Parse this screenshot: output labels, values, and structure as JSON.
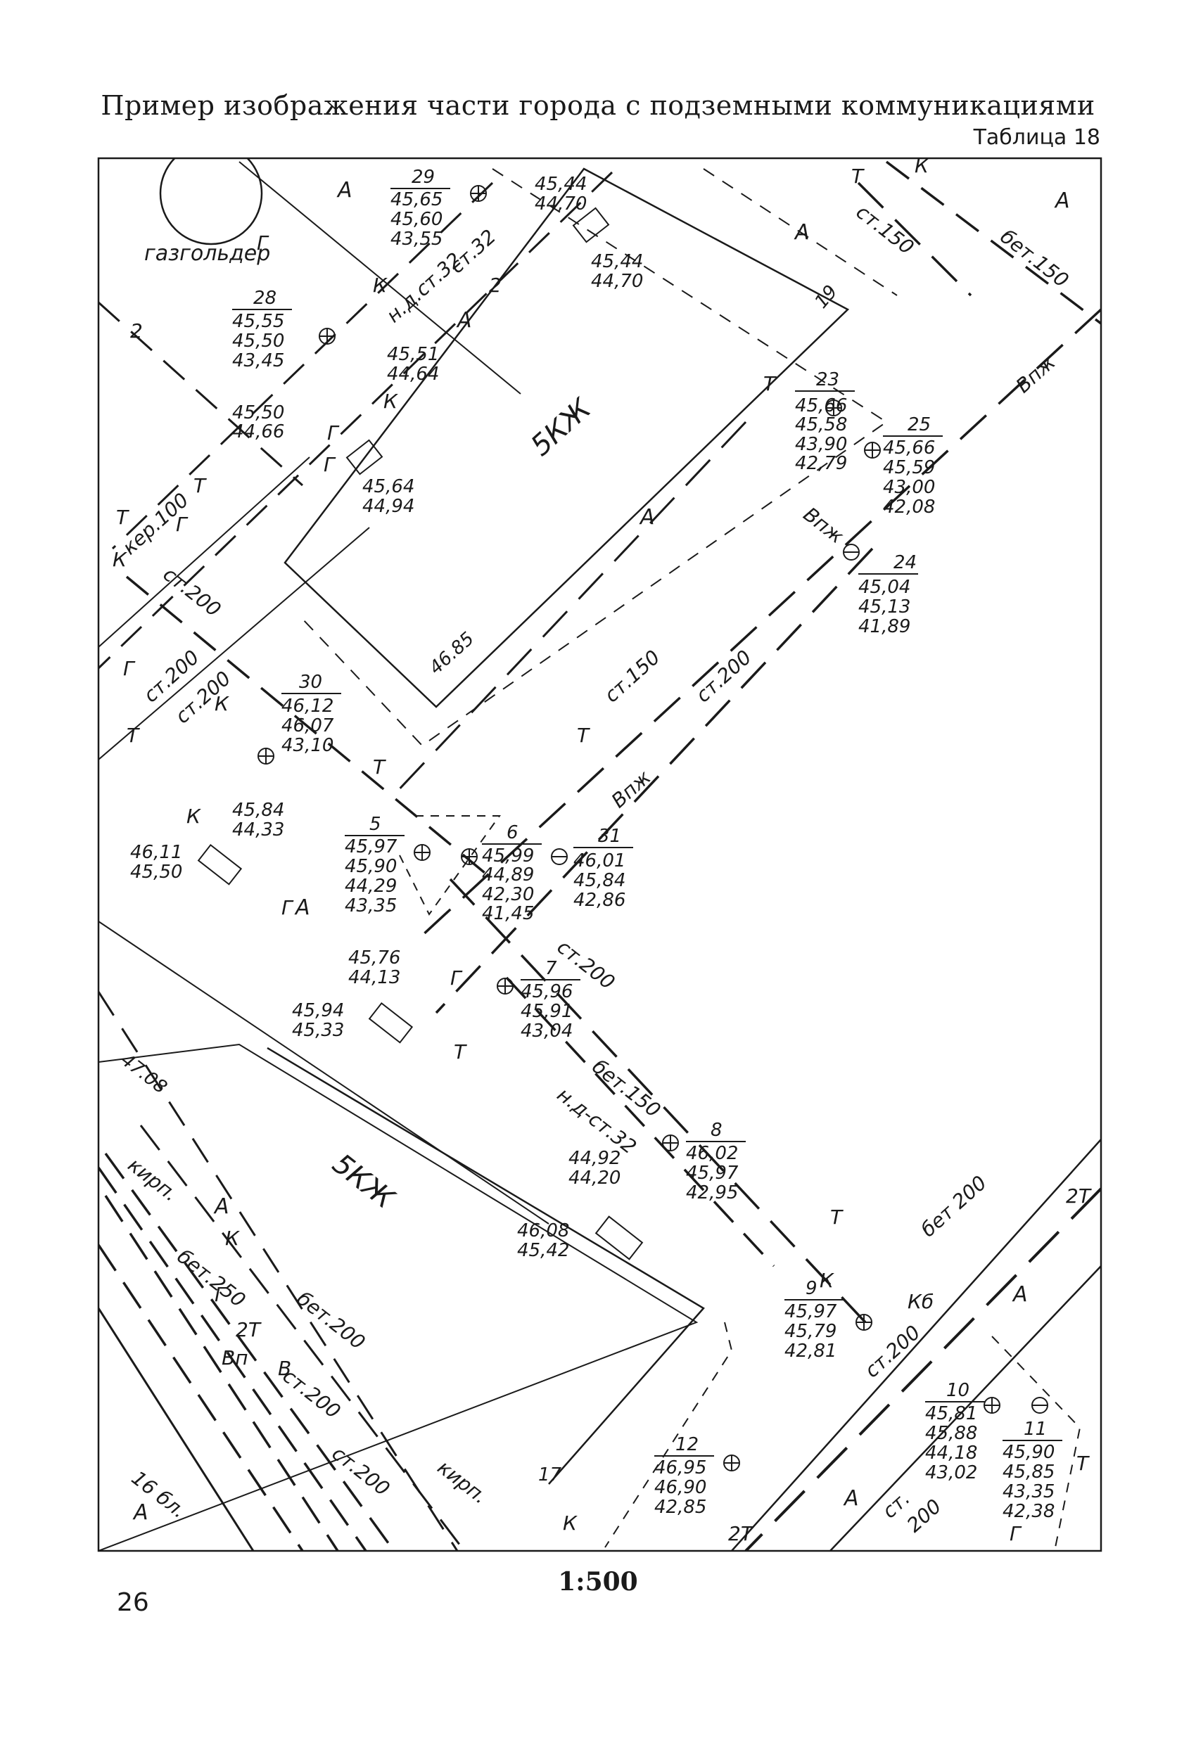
{
  "page": {
    "title": "Пример изображения части города с подземными коммуникациями",
    "table_label": "Таблица 18",
    "scale": "1:500",
    "page_number": "26"
  },
  "map": {
    "zones": [
      {
        "label": "А"
      },
      {
        "label": "А"
      },
      {
        "label": "А"
      },
      {
        "label": "А"
      },
      {
        "label": "А"
      },
      {
        "label": "А"
      },
      {
        "label": "А"
      },
      {
        "label": "А"
      },
      {
        "label": "А"
      },
      {
        "label": "А"
      }
    ],
    "buildings": [
      {
        "label": "5КЖ",
        "number": "19"
      },
      {
        "label": "5КЖ",
        "number": "17"
      }
    ],
    "gas_holder": "газгольдер",
    "wells": [
      {
        "no": "29",
        "values": [
          "45,65",
          "45,60",
          "43,55"
        ]
      },
      {
        "no": "28",
        "values": [
          "45,55",
          "45,50",
          "43,45"
        ]
      },
      {
        "no": "23",
        "values": [
          "45,66",
          "45,58",
          "43,90",
          "42,79"
        ]
      },
      {
        "no": "25",
        "values": [
          "45,66",
          "45,59",
          "43,00",
          "42,08"
        ]
      },
      {
        "no": "24",
        "values": [
          "45,04",
          "45,13",
          "41,89"
        ]
      },
      {
        "no": "30",
        "values": [
          "46,12",
          "46,07",
          "43,10"
        ]
      },
      {
        "no": "5",
        "values": [
          "45,97",
          "45,90",
          "44,29",
          "43,35"
        ]
      },
      {
        "no": "6",
        "values": [
          "45,99",
          "44,89",
          "42,30",
          "41,45"
        ]
      },
      {
        "no": "31",
        "values": [
          "46,01",
          "45,84",
          "42,86"
        ]
      },
      {
        "no": "7",
        "values": [
          "45,96",
          "45,91",
          "43,04"
        ]
      },
      {
        "no": "8",
        "values": [
          "46,02",
          "45,97",
          "42,95"
        ]
      },
      {
        "no": "9",
        "values": [
          "45,97",
          "45,79",
          "42,81"
        ]
      },
      {
        "no": "10",
        "values": [
          "45,81",
          "45,88",
          "44,18",
          "43,02"
        ]
      },
      {
        "no": "11",
        "values": [
          "45,90",
          "45,85",
          "43,35",
          "42,38"
        ]
      },
      {
        "no": "12",
        "values": [
          "46,95",
          "46,90",
          "42,85"
        ]
      }
    ],
    "elevations": [
      [
        "45,44",
        "44,70"
      ],
      [
        "45,44",
        "44,70"
      ],
      [
        "45,51",
        "44,64"
      ],
      [
        "45,50",
        "44,66"
      ],
      [
        "45,64",
        "44,94"
      ],
      [
        "45,84",
        "44,33"
      ],
      [
        "46,11",
        "45,50"
      ],
      [
        "45,76",
        "44,13"
      ],
      [
        "45,94",
        "45,33"
      ],
      [
        "44,92",
        "44,20"
      ],
      [
        "46,08",
        "45,42"
      ]
    ],
    "spot_heights": [
      "46.85",
      "47.08"
    ],
    "pipe_labels": [
      "ст.150",
      "бет.150",
      "н.д.ст.32",
      "ст.32",
      "Впж",
      "Впж",
      "Впж",
      "кер.100",
      "ст.200",
      "ст.200",
      "ст.200",
      "ст.150",
      "ст.200",
      "ст.200",
      "бет.150",
      "н.д-ст.32",
      "бет 200",
      "кирп.",
      "бет.250",
      "бет.200",
      "ст.200",
      "ст.200",
      "кирп.",
      "16 бл.",
      "ст.200",
      "ст.",
      "200"
    ],
    "network_codes": [
      "Т",
      "К",
      "Г",
      "Г",
      "К",
      "2",
      "2",
      "К",
      "Г",
      "Т",
      "Т",
      "К",
      "Г",
      "Т",
      "Г",
      "Т",
      "К",
      "Т",
      "К",
      "Т",
      "Г",
      "Г",
      "Т",
      "К",
      "Кб",
      "2Т",
      "2Т",
      "Т",
      "Г",
      "2Т",
      "В",
      "Вп",
      "К",
      "К",
      "Г",
      "Т"
    ]
  }
}
